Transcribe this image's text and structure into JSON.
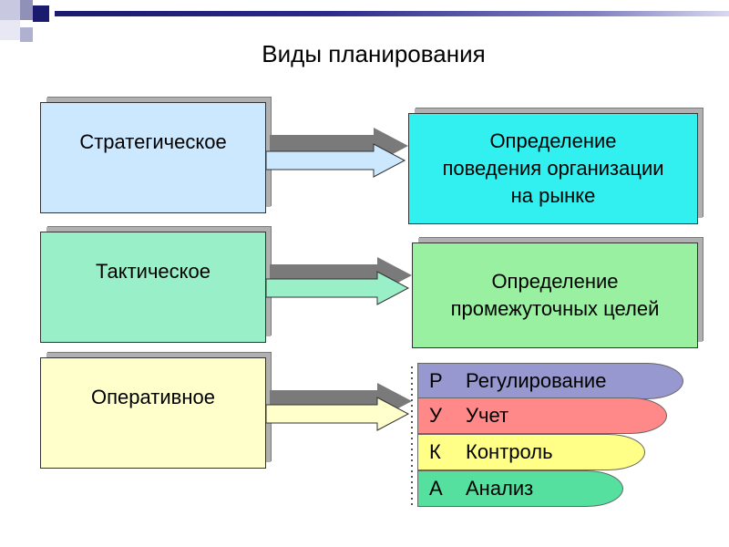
{
  "title": "Виды планирования",
  "colors": {
    "strategic": "#cce8ff",
    "tactical": "#99f0c8",
    "operational": "#ffffcc",
    "behavior": "#33f0f0",
    "intermediate": "#99f0a0",
    "regulation": "#9898d0",
    "accounting": "#ff8888",
    "control": "#ffff88",
    "analysis": "#55e0a0"
  },
  "planning_types": [
    {
      "label": "Стратегическое"
    },
    {
      "label": "Тактическое"
    },
    {
      "label": "Оперативное"
    }
  ],
  "outcomes": [
    {
      "line1": "Определение",
      "line2": "поведения организации",
      "line3": "на рынке"
    },
    {
      "line1": "Определение",
      "line2": "промежуточных целей"
    }
  ],
  "functions": [
    {
      "letter": "Р",
      "label": "Регулирование"
    },
    {
      "letter": "У",
      "label": "Учет"
    },
    {
      "letter": "К",
      "label": "Контроль"
    },
    {
      "letter": "А",
      "label": "Анализ"
    }
  ]
}
